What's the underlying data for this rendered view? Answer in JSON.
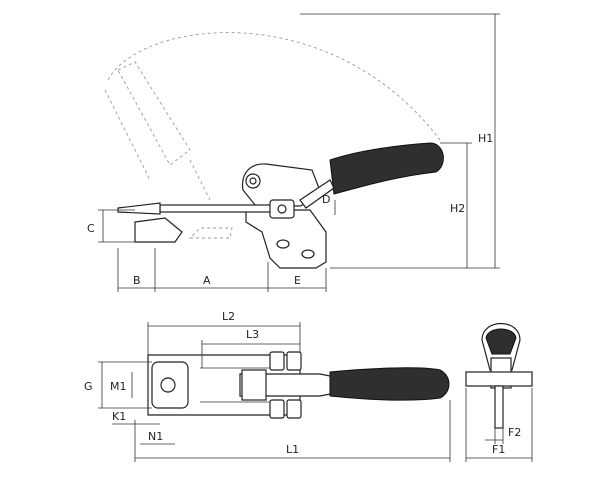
{
  "dimensions": {
    "H1": "H1",
    "H2": "H2",
    "D": "D",
    "C": "C",
    "A": "A",
    "B": "B",
    "E": "E",
    "L1": "L1",
    "L2": "L2",
    "L3": "L3",
    "G": "G",
    "M1": "M1",
    "K1": "K1",
    "N1": "N1",
    "F1": "F1",
    "F2": "F2"
  },
  "colors": {
    "line": "#222222",
    "dashed": "#9a9a9a",
    "grip": "#2f2f2f"
  }
}
